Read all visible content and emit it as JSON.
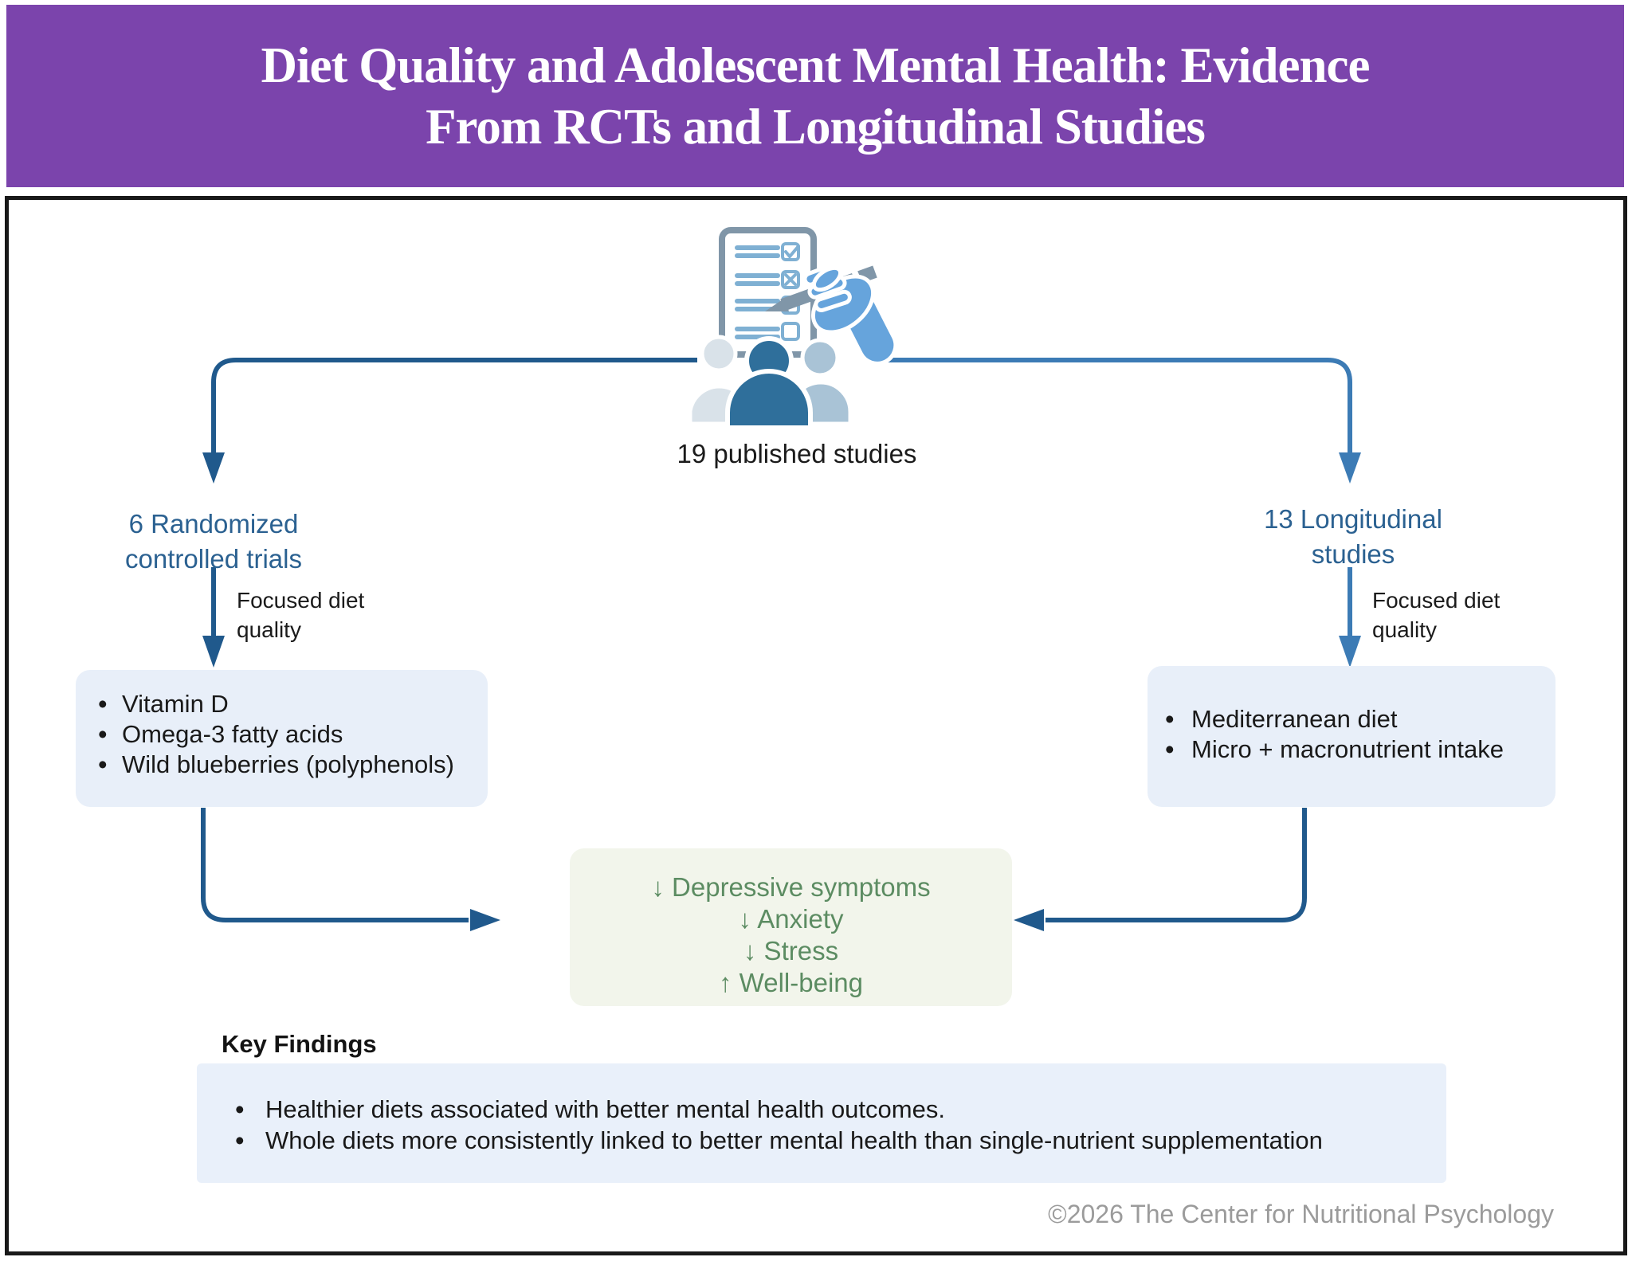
{
  "header": {
    "title_line1": "Diet Quality and Adolescent Mental Health: Evidence",
    "title_line2": "From RCTs and Longitudinal Studies"
  },
  "diagram": {
    "icon": "survey-checklist-people-icon",
    "studies_total": "19 published studies",
    "left_branch": {
      "title_line1": "6 Randomized",
      "title_line2": "controlled trials",
      "arrow_label": "Focused diet quality",
      "items": [
        "Vitamin D",
        "Omega-3 fatty acids",
        "Wild blueberries (polyphenols)"
      ]
    },
    "right_branch": {
      "title_line1": "13 Longitudinal",
      "title_line2": "studies",
      "arrow_label": "Focused diet quality",
      "items": [
        "Mediterranean diet",
        "Micro + macronutrient intake"
      ]
    },
    "outcomes": [
      "↓ Depressive symptoms",
      "↓ Anxiety",
      "↓ Stress",
      "↑ Well-being"
    ]
  },
  "key_findings": {
    "heading": "Key Findings",
    "items": [
      "Healthier diets associated with better mental health outcomes.",
      "Whole diets more consistently linked to better mental health than single-nutrient supplementation"
    ]
  },
  "footer": {
    "copyright": "©2026 The Center for Nutritional Psychology"
  },
  "colors": {
    "banner_purple": "#7B44AC",
    "arrow_dark_blue": "#20598C",
    "arrow_light_blue": "#3C7BB5",
    "branch_text_blue": "#2B6191",
    "light_blue_box_bg": "#E8EFF9",
    "outcomes_box_bg": "#F2F5EB",
    "outcomes_text_green": "#5C8C62",
    "findings_box_bg": "#E9F0FA",
    "copyright_gray": "#9B9B9B"
  }
}
